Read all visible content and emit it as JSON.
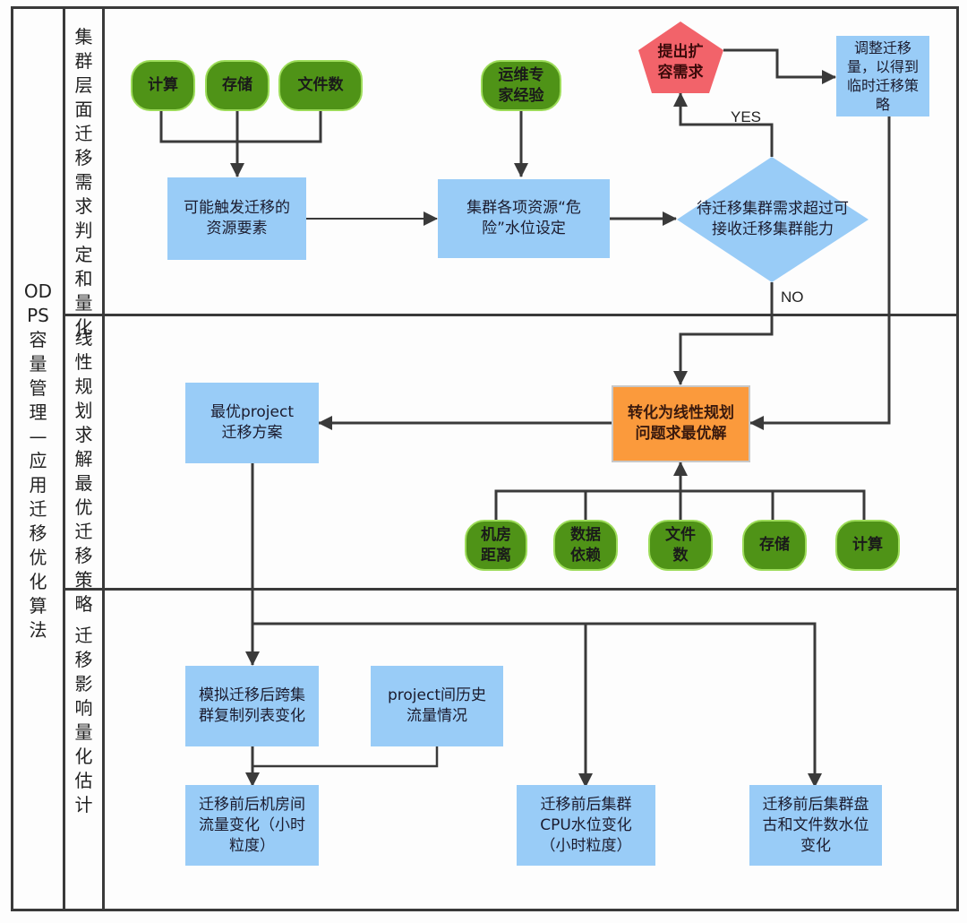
{
  "title": "ODPS容量管理—应用迁移优化算法",
  "lanes": [
    {
      "label": "集群层面迁移需求判定和量化"
    },
    {
      "label": "线性规划求解最优迁移策略"
    },
    {
      "label": "迁移影响量化估计"
    }
  ],
  "lane1": {
    "inputs": [
      "计算",
      "存储",
      "文件数"
    ],
    "expert": "运维专家经验",
    "resource_factors": "可能触发迁移的资源要素",
    "danger_level": "集群各项资源“危险”水位设定",
    "decision": "待迁移集群需求超过可接收迁移集群能力",
    "expand": "提出扩容需求",
    "adjust": "调整迁移量，以得到临时迁移策略",
    "yes_label": "YES",
    "no_label": "NO"
  },
  "lane2": {
    "optimal_plan": "最优project迁移方案",
    "linear_prog": "转化为线性规划问题求最优解",
    "factors": [
      "机房距离",
      "数据依赖",
      "文件数",
      "存储",
      "计算"
    ]
  },
  "lane3": {
    "simulate": "模拟迁移后跨集群复制列表变化",
    "history": "project间历史流量情况",
    "room_traffic": "迁移前后机房间流量变化（小时粒度）",
    "cpu_level": "迁移前后集群CPU水位变化（小时粒度）",
    "disk_level": "迁移前后集群盘古和文件数水位变化"
  },
  "colors": {
    "box_blue": "#99ccf7",
    "green": "#4f9317",
    "orange": "#fb9a3c",
    "red": "#f2636a",
    "line": "#3a3a3a"
  }
}
